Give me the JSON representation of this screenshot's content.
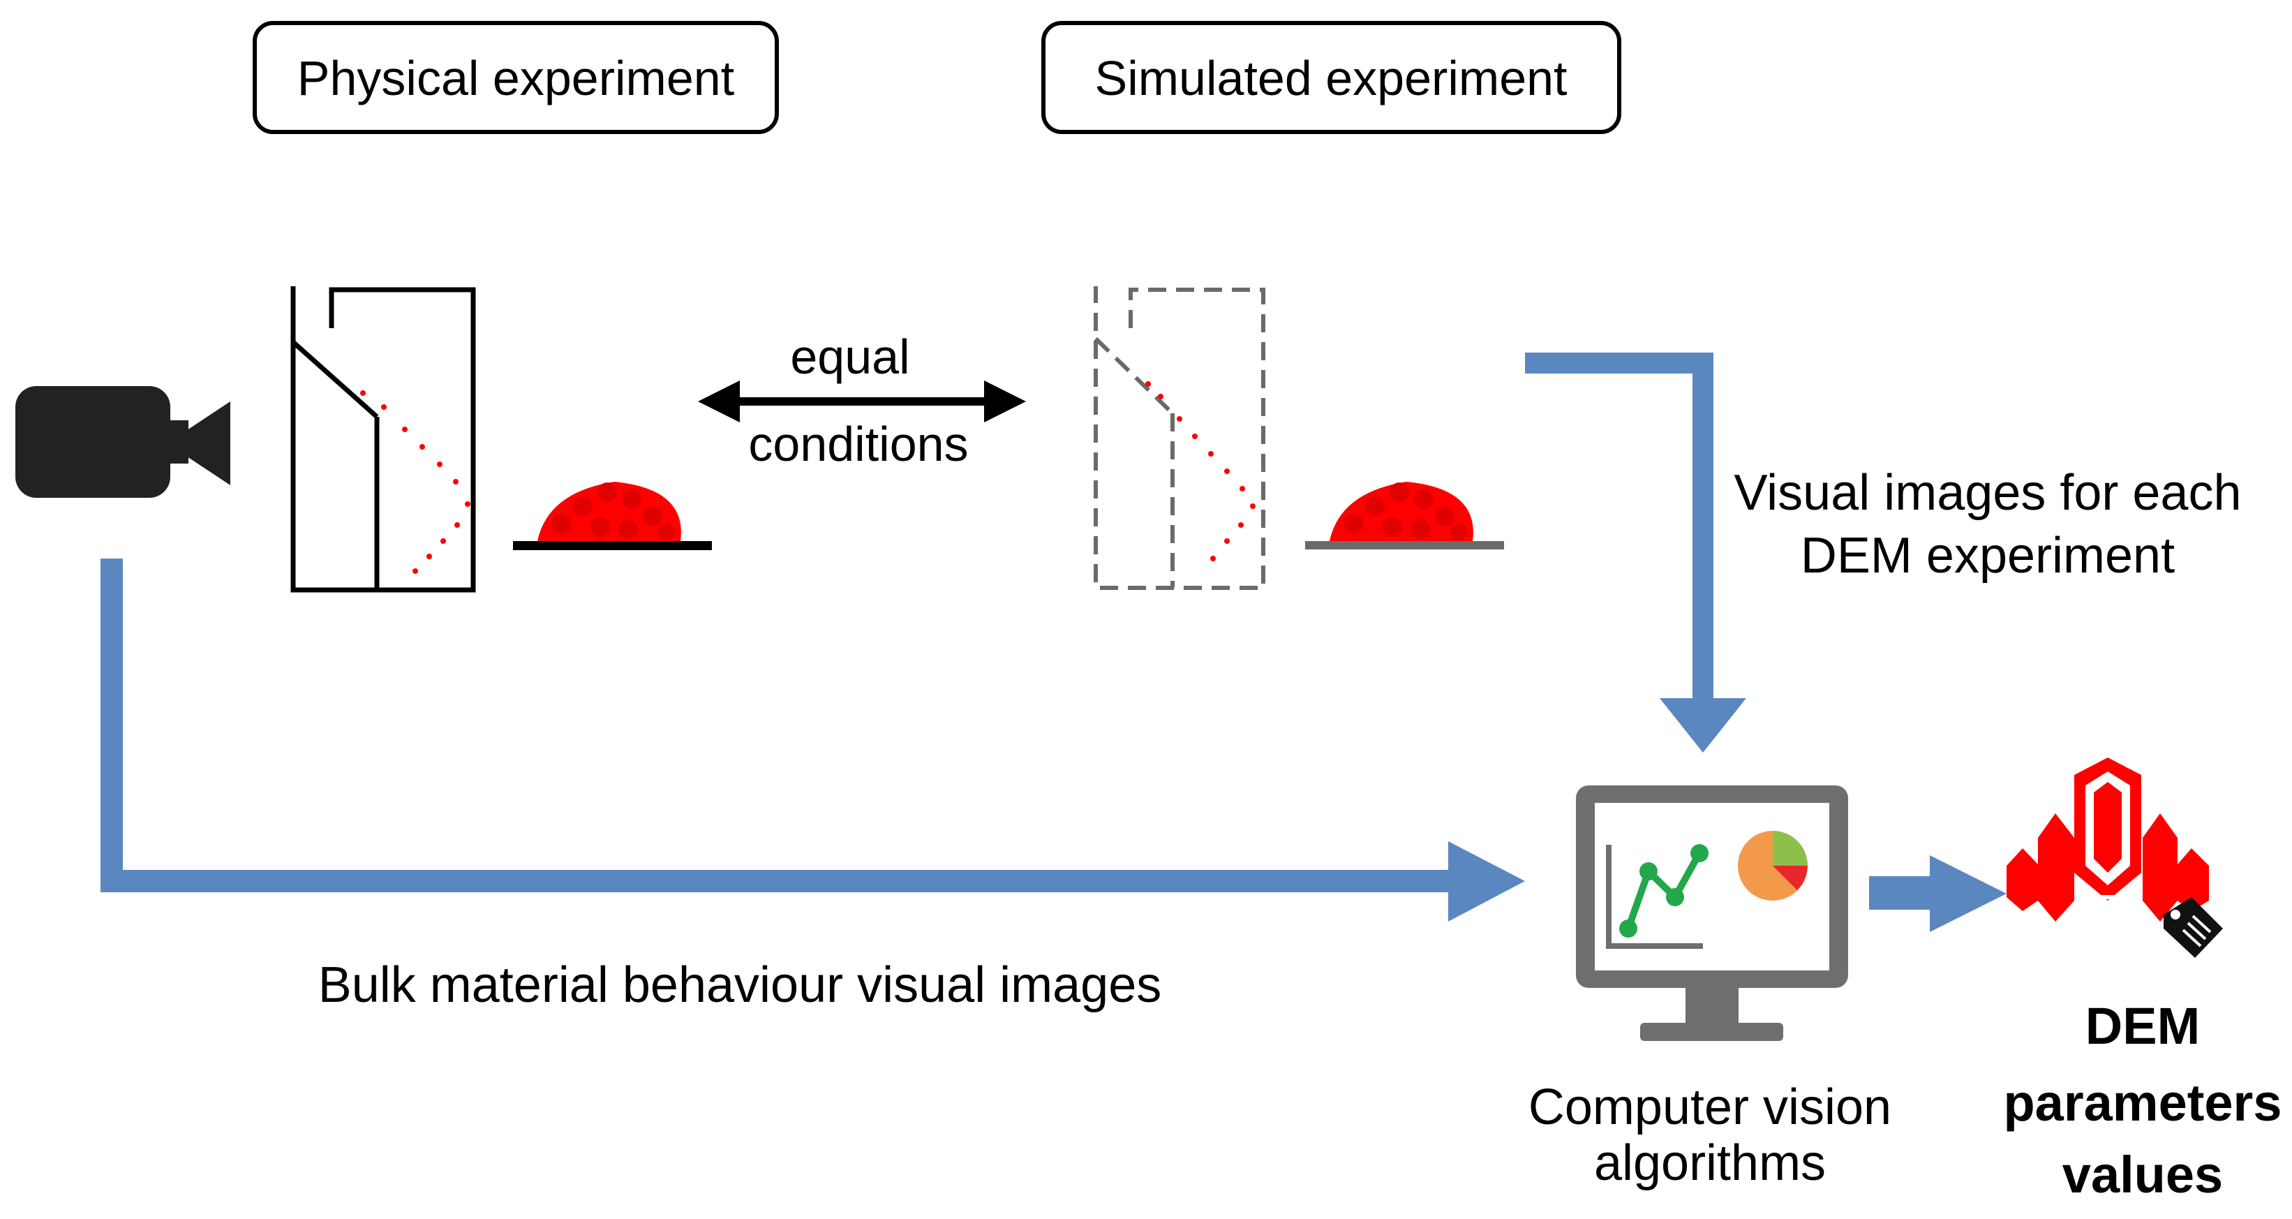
{
  "labels": {
    "physical": "Physical experiment",
    "simulated": "Simulated experiment",
    "equal_line1": "equal",
    "equal_line2": "conditions",
    "visual_line1": "Visual images for each",
    "visual_line2": "DEM experiment",
    "bulk": "Bulk material behaviour visual images",
    "cv_line1": "Computer vision",
    "cv_line2": "algorithms",
    "dem_line1": "DEM",
    "dem_line2": "parameters",
    "dem_line3": "values"
  },
  "icons": {
    "camera": "video-camera-icon",
    "monitor": "computer-monitor-icon",
    "crystal": "crystal-tag-icon"
  },
  "colors": {
    "arrow_blue": "#5B87C0",
    "particle_red": "#FF0000",
    "outline": "#000000",
    "dashed_grey": "#6A6A6A",
    "monitor_grey": "#6D6E70",
    "chart_green": "#22A84A",
    "pie_orange": "#F39A4A",
    "pie_green": "#8CC04B",
    "pie_red": "#E8262A"
  }
}
